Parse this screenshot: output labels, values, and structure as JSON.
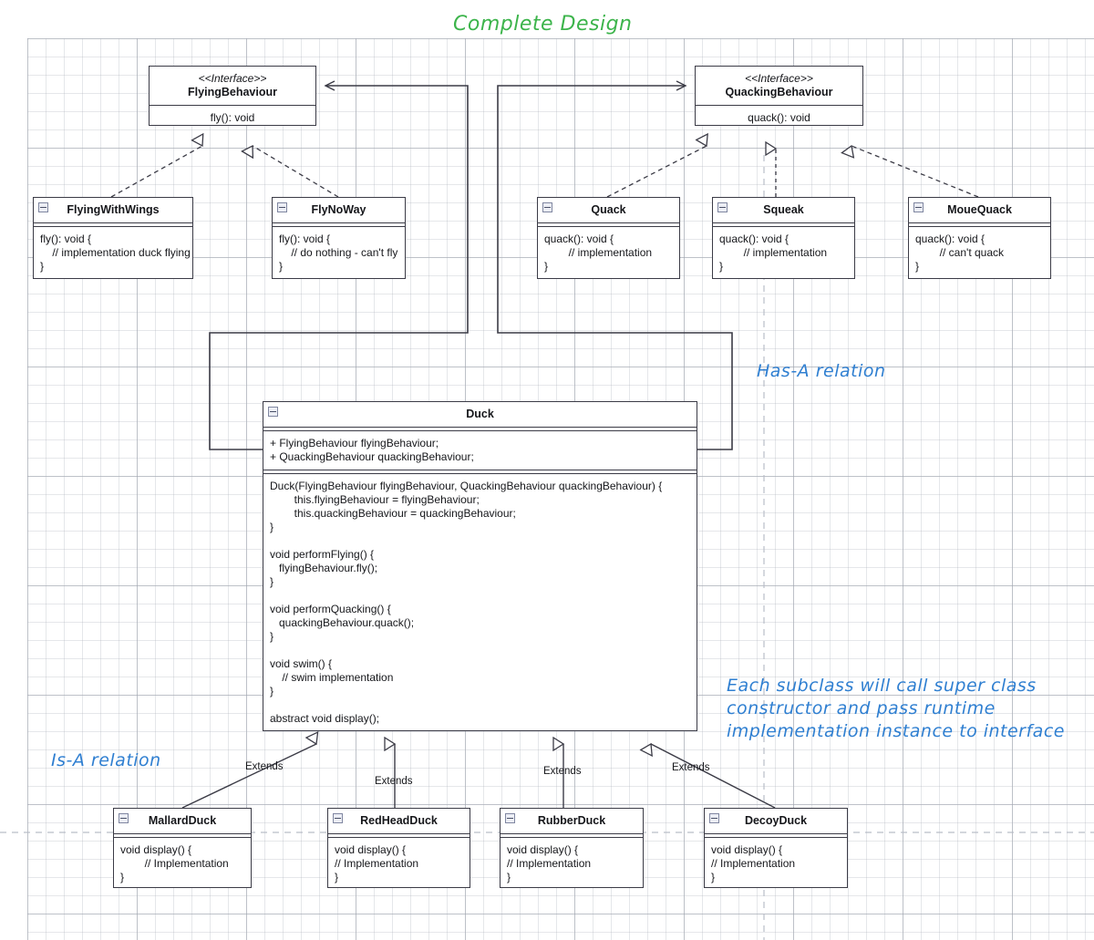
{
  "title": "Complete Design",
  "notes": {
    "has_a": "Has-A relation",
    "is_a": "Is-A relation",
    "super_line1": "Each subclass will call super class",
    "super_line2": "constructor and pass runtime",
    "super_line3": "implementation instance to interface"
  },
  "interfaces": {
    "flying": {
      "stereotype": "<<Interface>>",
      "name": "FlyingBehaviour",
      "method": "fly(): void"
    },
    "quacking": {
      "stereotype": "<<Interface>>",
      "name": "QuackingBehaviour",
      "method": "quack(): void"
    }
  },
  "implementations": [
    {
      "name": "FlyingWithWings",
      "body": "fly(): void {\n    // implementation duck flying\n}"
    },
    {
      "name": "FlyNoWay",
      "body": "fly(): void {\n    // do nothing - can't fly\n}"
    },
    {
      "name": "Quack",
      "body": "quack(): void {\n        // implementation\n}"
    },
    {
      "name": "Squeak",
      "body": "quack(): void {\n        // implementation\n}"
    },
    {
      "name": "MoueQuack",
      "body": "quack(): void {\n        // can't quack\n}"
    }
  ],
  "duck": {
    "name": "Duck",
    "attributes": "+ FlyingBehaviour flyingBehaviour;\n+ QuackingBehaviour quackingBehaviour;",
    "methods": "Duck(FlyingBehaviour flyingBehaviour, QuackingBehaviour quackingBehaviour) {\n        this.flyingBehaviour = flyingBehaviour;\n        this.quackingBehaviour = quackingBehaviour;\n}\n\nvoid performFlying() {\n   flyingBehaviour.fly();\n}\n\nvoid performQuacking() {\n   quackingBehaviour.quack();\n}\n\nvoid swim() {\n    // swim implementation\n}\n\nabstract void display();"
  },
  "subclasses": [
    {
      "name": "MallardDuck",
      "body": "void display() {\n        // Implementation\n}"
    },
    {
      "name": "RedHeadDuck",
      "body": "void display() {\n// Implementation\n}"
    },
    {
      "name": "RubberDuck",
      "body": "void display() {\n// Implementation\n}"
    },
    {
      "name": "DecoyDuck",
      "body": "void display() {\n// Implementation\n}"
    }
  ],
  "edge_labels": {
    "extends": "Extends"
  },
  "colors": {
    "title_green": "#3cb44b",
    "note_blue": "#2f7fd1",
    "box_border": "#3b3b46",
    "grid_line": "#aaafb9"
  }
}
